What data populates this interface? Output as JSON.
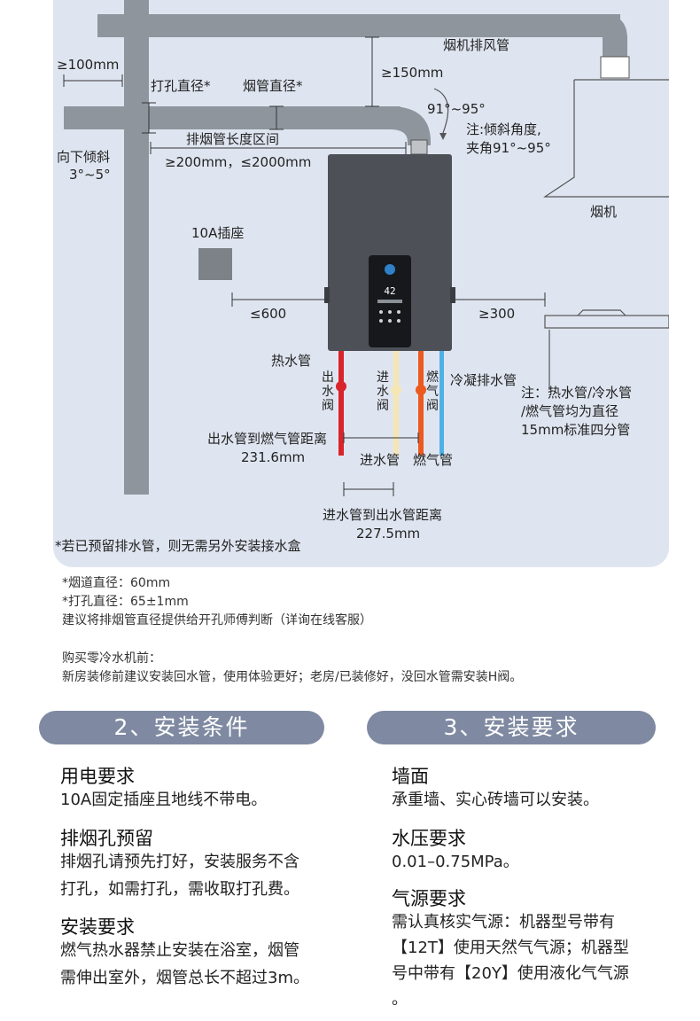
{
  "diagram": {
    "labels": {
      "exhaust_pipe": "烟机排风管",
      "gap_100": "≥100mm",
      "hole_diameter": "打孔直径*",
      "pipe_diameter": "烟管直径*",
      "gap_150": "≥150mm",
      "angle": "91°~95°",
      "angle_note_1": "注:倾斜角度,",
      "angle_note_2": "夹角91°~95°",
      "tilt_1": "向下倾斜",
      "tilt_2": "3°~5°",
      "flue_range": "排烟管长度区间",
      "flue_range_value": "≥200mm，≤2000mm",
      "hood": "烟机",
      "socket": "10A插座",
      "dist_600": "≤600",
      "dist_300": "≥300",
      "hot_pipe": "热水管",
      "outlet_valve": "出水阀",
      "inlet_valve": "进水阀",
      "gas_valve": "燃气阀",
      "condensate_pipe": "冷凝排水管",
      "pipe_note_1": "注：热水管/冷水管",
      "pipe_note_2": "/燃气管均为直径",
      "pipe_note_3": "15mm标准四分管",
      "outlet_gas_dist_1": "出水管到燃气管距离",
      "outlet_gas_dist_2": "231.6mm",
      "inlet_pipe": "进水管",
      "gas_pipe": "燃气管",
      "inlet_outlet_dist_1": "进水管到出水管距离",
      "inlet_outlet_dist_2": "227.5mm",
      "drain_note": "*若已预留排水管，则无需另外安装接水盒",
      "display_temp": "42"
    },
    "colors": {
      "background": "#dfe5f0",
      "pipe": "#8e959d",
      "heater": "#4d5157",
      "hot_pipe": "#d8242a",
      "inlet_pipe": "#f4e6b4",
      "gas_pipe": "#ec5a1f",
      "condensate_pipe": "#4fb0e6"
    }
  },
  "notes": {
    "line1": "*烟道直径：60mm",
    "line2": "*打孔直径：65±1mm",
    "line3": "建议将排烟管直径提供给开孔师傅判断（详询在线客服）",
    "line4": "购买零冷水机前：",
    "line5": "新房装修前建议安装回水管，使用体验更好；老房/已装修好，没回水管需安装H阀。"
  },
  "sections": {
    "left": {
      "title": "2、安装条件",
      "items": [
        {
          "heading": "用电要求",
          "lines": [
            "10A固定插座且地线不带电。"
          ]
        },
        {
          "heading": "排烟孔预留",
          "lines": [
            "排烟孔请预先打好，安装服务不含",
            "打孔，如需打孔，需收取打孔费。"
          ]
        },
        {
          "heading": "安装要求",
          "lines": [
            "燃气热水器禁止安装在浴室，烟管",
            "需伸出室外，烟管总长不超过3m。"
          ]
        }
      ]
    },
    "right": {
      "title": "3、安装要求",
      "items": [
        {
          "heading": "墙面",
          "lines": [
            "承重墙、实心砖墙可以安装。"
          ]
        },
        {
          "heading": "水压要求",
          "lines": [
            "0.01–0.75MPa。"
          ]
        },
        {
          "heading": "气源要求",
          "lines": [
            "需认真核实气源：机器型号带有",
            "【12T】使用天然气气源；机器型",
            "号中带有【20Y】使用液化气气源",
            "。"
          ]
        }
      ]
    }
  }
}
